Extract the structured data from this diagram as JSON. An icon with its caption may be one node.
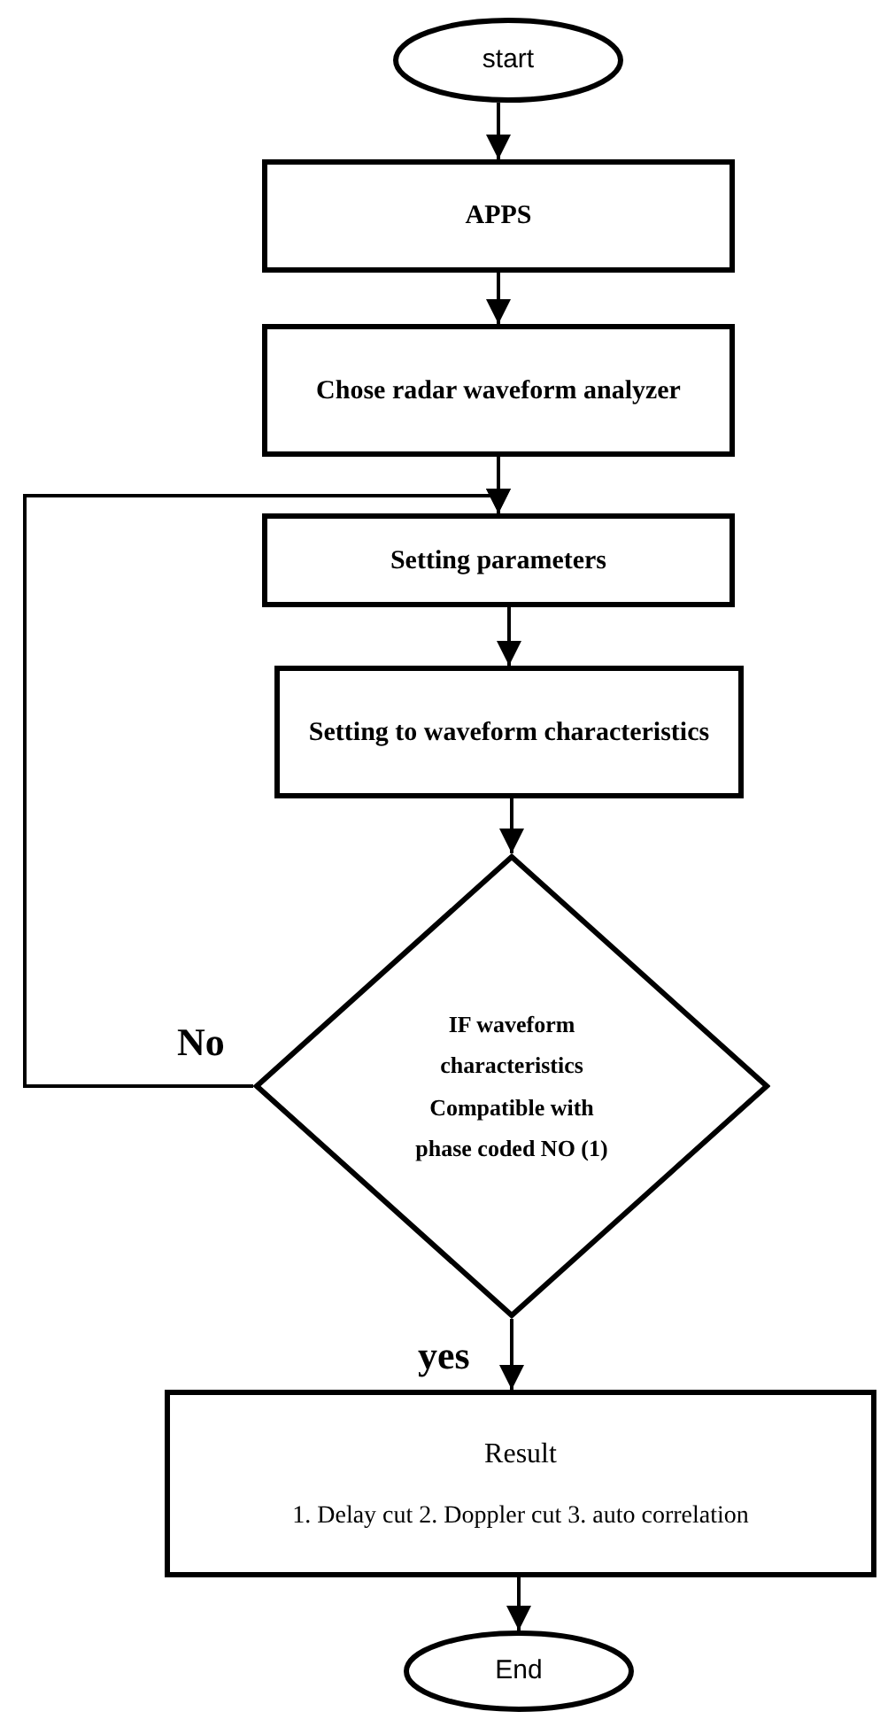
{
  "diagram": {
    "nodes": [
      {
        "text": [
          "start"
        ]
      },
      {
        "text": [
          "APPS"
        ]
      },
      {
        "text": [
          "Chose radar waveform analyzer"
        ]
      },
      {
        "text": [
          "Setting parameters"
        ]
      },
      {
        "text": [
          "Setting to waveform characteristics"
        ]
      },
      {
        "text": [
          "IF waveform characteristics Compatible with phase coded NO (1)"
        ]
      },
      {
        "text": [
          "Result",
          "1. Delay cut 2. Doppler cut 3. auto correlation"
        ]
      },
      {
        "text": [
          "End"
        ]
      }
    ],
    "edges": [
      {
        "from": 0,
        "to": 1,
        "arrow": "to"
      },
      {
        "from": 1,
        "to": 2,
        "arrow": "to"
      },
      {
        "from": 2,
        "to": 3,
        "arrow": "to"
      },
      {
        "from": 3,
        "to": 4,
        "arrow": "to"
      },
      {
        "from": 4,
        "to": 5,
        "arrow": "to"
      },
      {
        "from": 5,
        "to": 3,
        "arrow": "to",
        "label": "No"
      },
      {
        "from": 5,
        "to": 6,
        "arrow": "to",
        "label": "yes"
      },
      {
        "from": 6,
        "to": 7,
        "arrow": "to"
      }
    ]
  }
}
